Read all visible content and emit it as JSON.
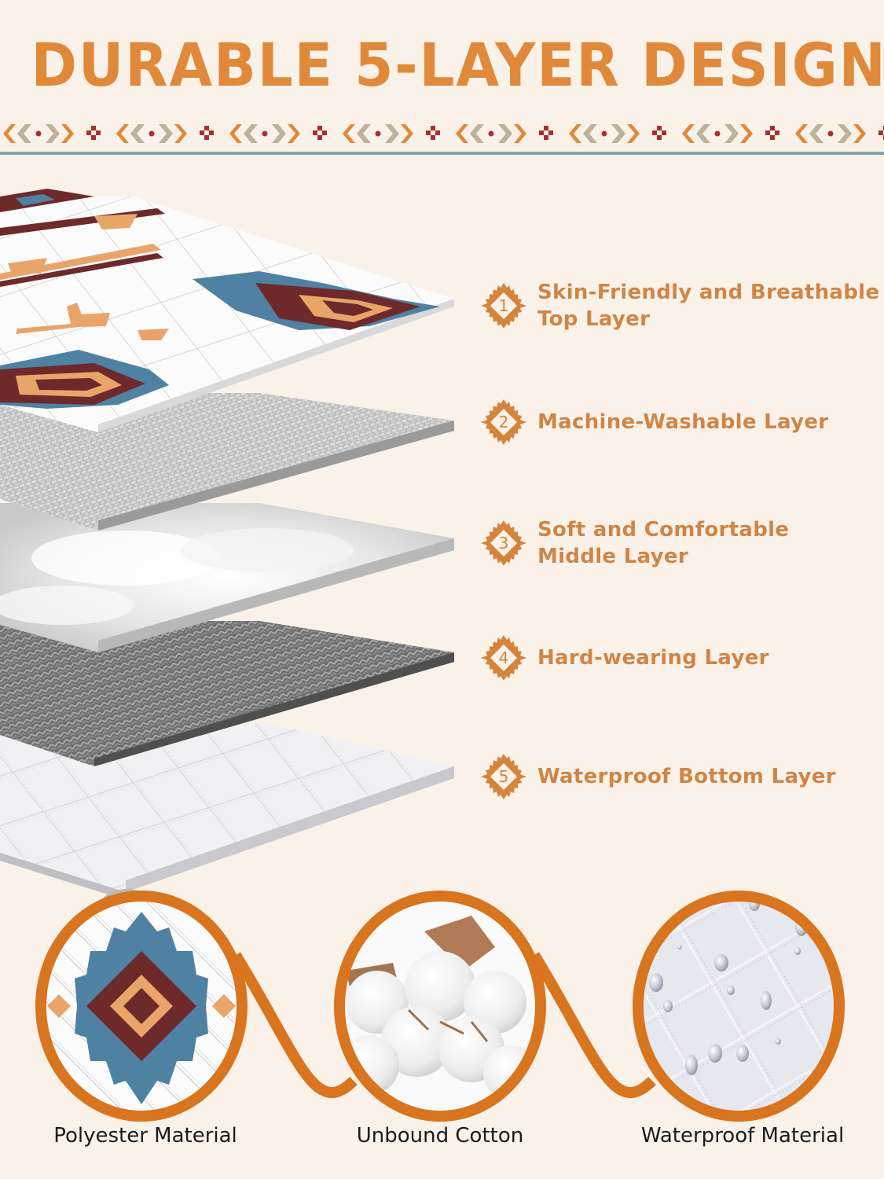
{
  "header": {
    "title": "DURABLE 5-LAYER DESIGN"
  },
  "colors": {
    "background": "#FAF2E9",
    "accent_orange": "#E0893A",
    "ring_orange": "#D9741F",
    "label_orange": "#D08546",
    "teal_rule": "#7FA6AE",
    "border_tan": "#BDB29A",
    "border_red": "#A8302A",
    "aztec_blue": "#4F81A3",
    "aztec_maroon": "#6E2A2A",
    "aztec_peach": "#E9A46A"
  },
  "layers": [
    {
      "number": "1",
      "label": "Skin-Friendly and Breathable\nTop Layer",
      "texture": "aztec-print-quilted"
    },
    {
      "number": "2",
      "label": "Machine-Washable Layer",
      "texture": "grey-mesh"
    },
    {
      "number": "3",
      "label": "Soft and Comfortable\nMiddle Layer",
      "texture": "cotton-fill"
    },
    {
      "number": "4",
      "label": "Hard-wearing Layer",
      "texture": "dark-herringbone-weave"
    },
    {
      "number": "5",
      "label": "Waterproof Bottom Layer",
      "texture": "white-quilted-waterproof"
    }
  ],
  "materials": [
    {
      "caption": "Polyester Material",
      "image": "aztec-diamond-pattern"
    },
    {
      "caption": "Unbound Cotton",
      "image": "cotton-bolls"
    },
    {
      "caption": "Waterproof Material",
      "image": "water-droplets-on-fabric"
    }
  ]
}
